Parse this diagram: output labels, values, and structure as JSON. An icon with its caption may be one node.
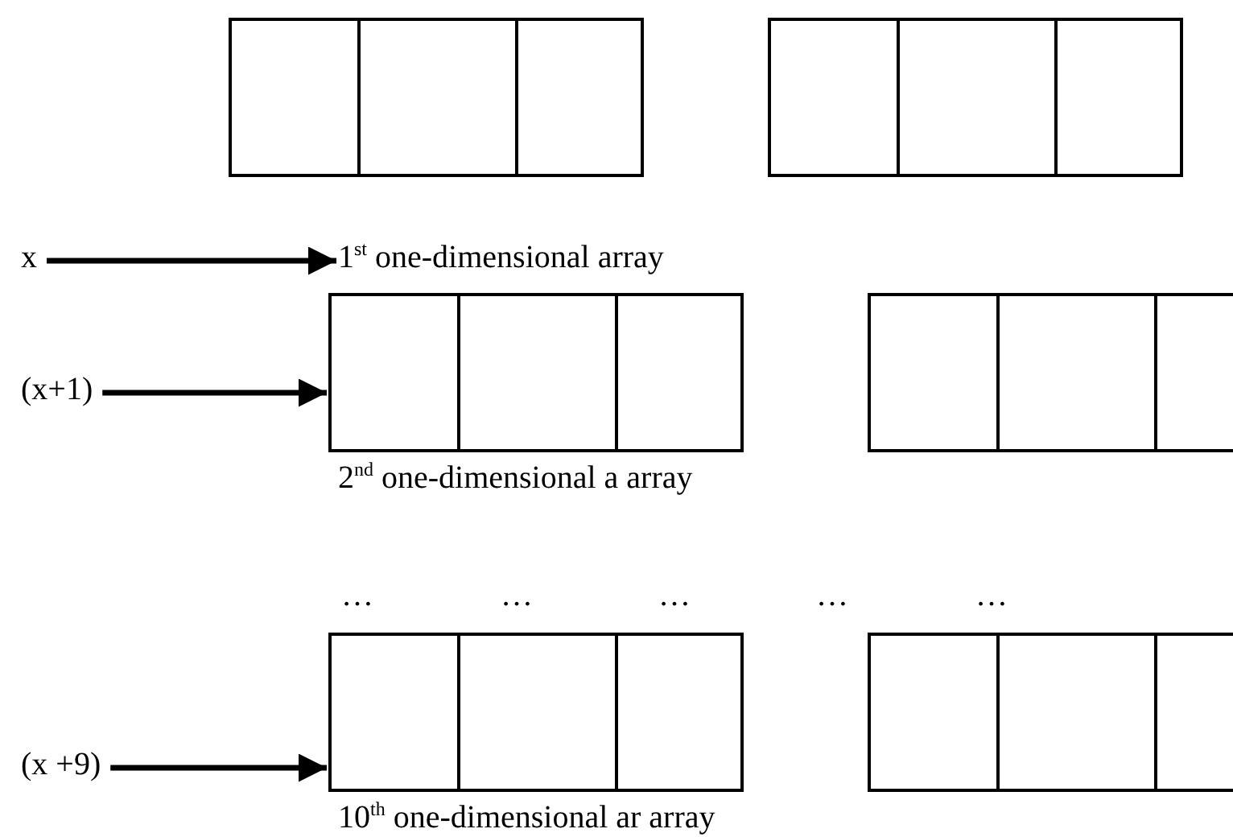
{
  "diagram": {
    "nodes": [
      {
        "text": [],
        "shape": "box"
      },
      {
        "text": [],
        "shape": "box"
      },
      {
        "text": [
          "x"
        ]
      },
      {
        "text": [
          "1$^{st}$ one-dimensional array"
        ]
      },
      {
        "text": [],
        "shape": "box",
        "beside": [
          "2$^{nd}$ one-dimensional a array"
        ]
      },
      {
        "text": [],
        "shape": "box"
      },
      {
        "text": [
          "(x+1)"
        ]
      },
      {
        "text": [],
        "shape": "box",
        "beside": [
          "10$^{th}$ one-dimensional ar array"
        ]
      },
      {
        "text": [],
        "shape": "box"
      },
      {
        "text": [
          "(x +9)"
        ]
      }
    ],
    "edges": [
      {
        "from": 2,
        "to": 3,
        "arrow": "to"
      },
      {
        "from": 6,
        "to": 4,
        "arrow": "to"
      },
      {
        "from": 9,
        "to": 7,
        "arrow": "to"
      }
    ],
    "labels": [
      "…",
      "…",
      "…",
      "…",
      "…"
    ]
  }
}
